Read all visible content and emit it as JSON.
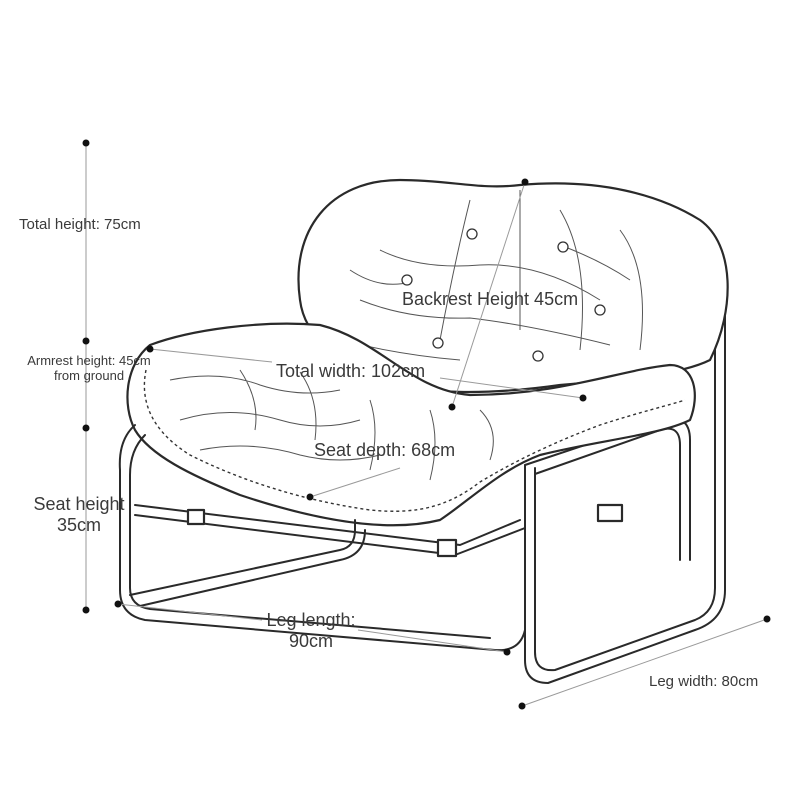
{
  "labels": {
    "total_height": "Total height: 75cm",
    "armrest_height_line1": "Armrest height: 45cm",
    "armrest_height_line2": "from ground",
    "seat_height_line1": "Seat height",
    "seat_height_line2": "35cm",
    "backrest_height": "Backrest Height 45cm",
    "total_width": "Total width: 102cm",
    "seat_depth": "Seat depth: 68cm",
    "leg_length_line1": "Leg length:",
    "leg_length_line2": "90cm",
    "leg_width": "Leg width: 80cm"
  }
}
